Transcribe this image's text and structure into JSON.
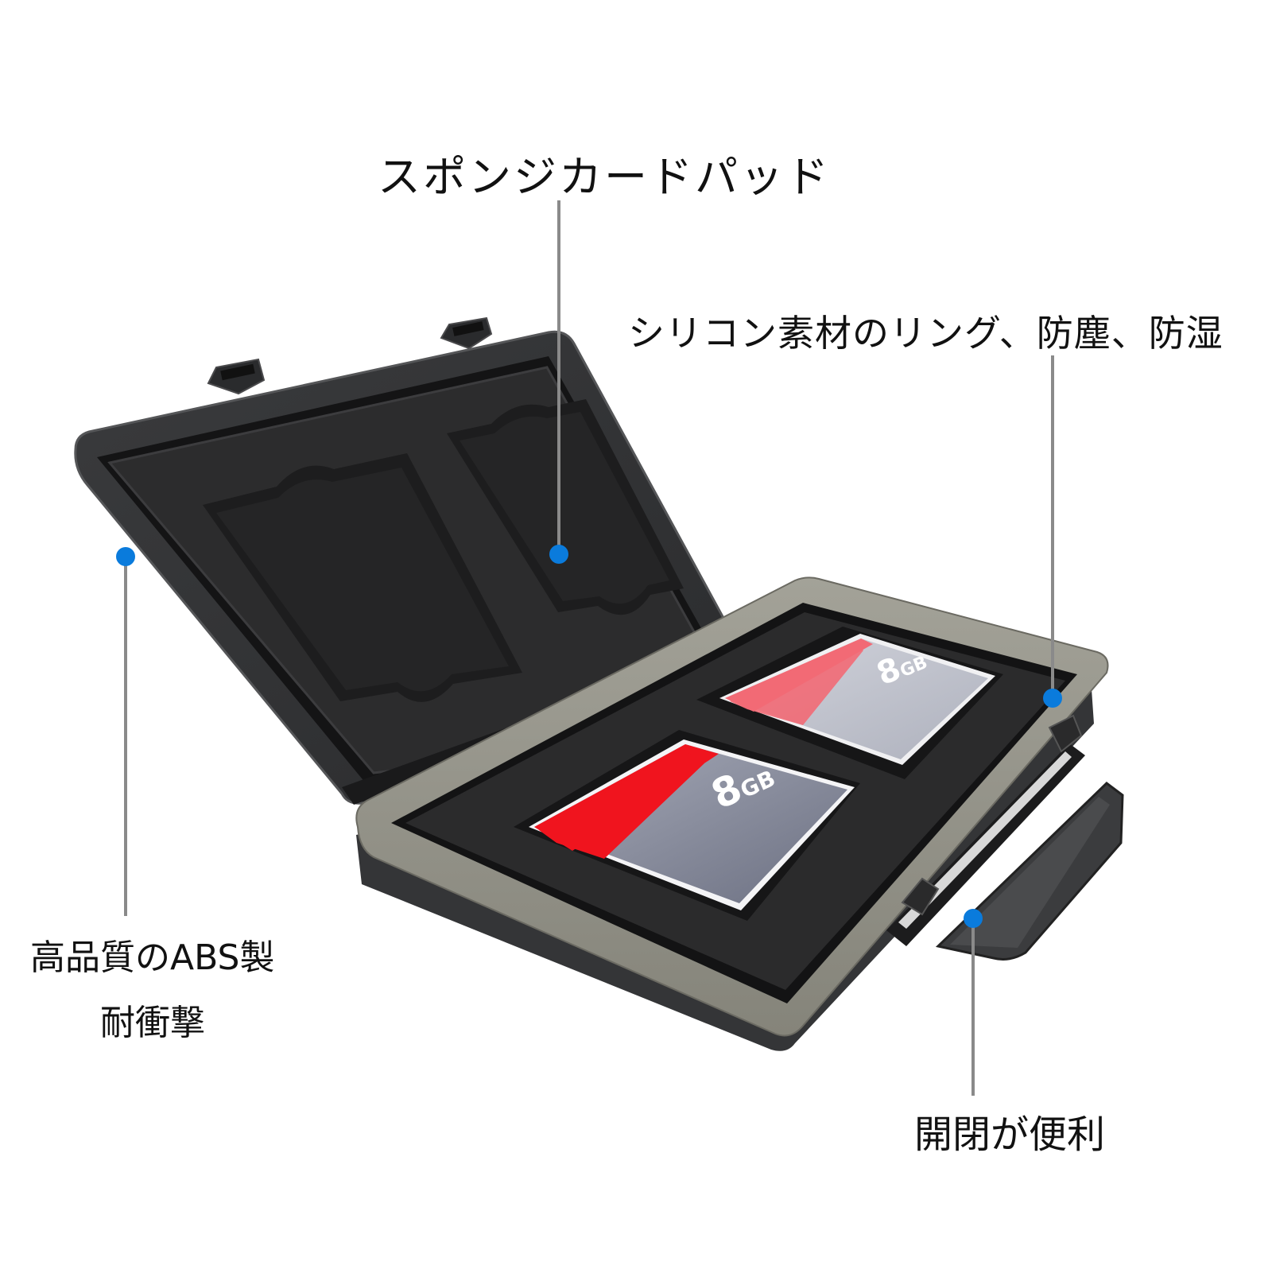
{
  "image": {
    "subject": "Waterproof memory card storage case, opened, holding two CF cards",
    "background_color": "#ffffff",
    "accent_color": "#0a7bdc",
    "leader_line_color": "#8a8a8a"
  },
  "callouts": [
    {
      "id": "sponge",
      "text": "スポンジカードパッド",
      "dot": [
        703,
        697
      ],
      "line_from": [
        703,
        252
      ]
    },
    {
      "id": "silicone",
      "text": "シリコン素材のリング、防塵、防湿",
      "dot": [
        1324,
        878
      ],
      "line_from": [
        1324,
        447
      ]
    },
    {
      "id": "abs",
      "text_line1": "高品質のABS製",
      "text_line2": "耐衝撃",
      "dot": [
        158,
        700
      ],
      "line_to": [
        158,
        1152
      ]
    },
    {
      "id": "open",
      "text": "開閉が便利",
      "dot": [
        1224,
        1155
      ],
      "line_to": [
        1224,
        1378
      ]
    }
  ],
  "cards": [
    {
      "id": "card-back",
      "capacity": "8",
      "unit": "GB",
      "stripe_color": "#f26a75"
    },
    {
      "id": "card-front",
      "capacity": "8",
      "unit": "GB",
      "stripe_color": "#f0141e"
    }
  ],
  "colors": {
    "shell": "#2e2f31",
    "shell_edge": "#4a4b4d",
    "foam": "#2b2b2c",
    "foam_slot": "#1f1f20",
    "gasket": "#8f8e84",
    "gasket_light": "#b0afa5",
    "card_body": "#8c90a0",
    "card_body_light": "#c4c6d0"
  }
}
